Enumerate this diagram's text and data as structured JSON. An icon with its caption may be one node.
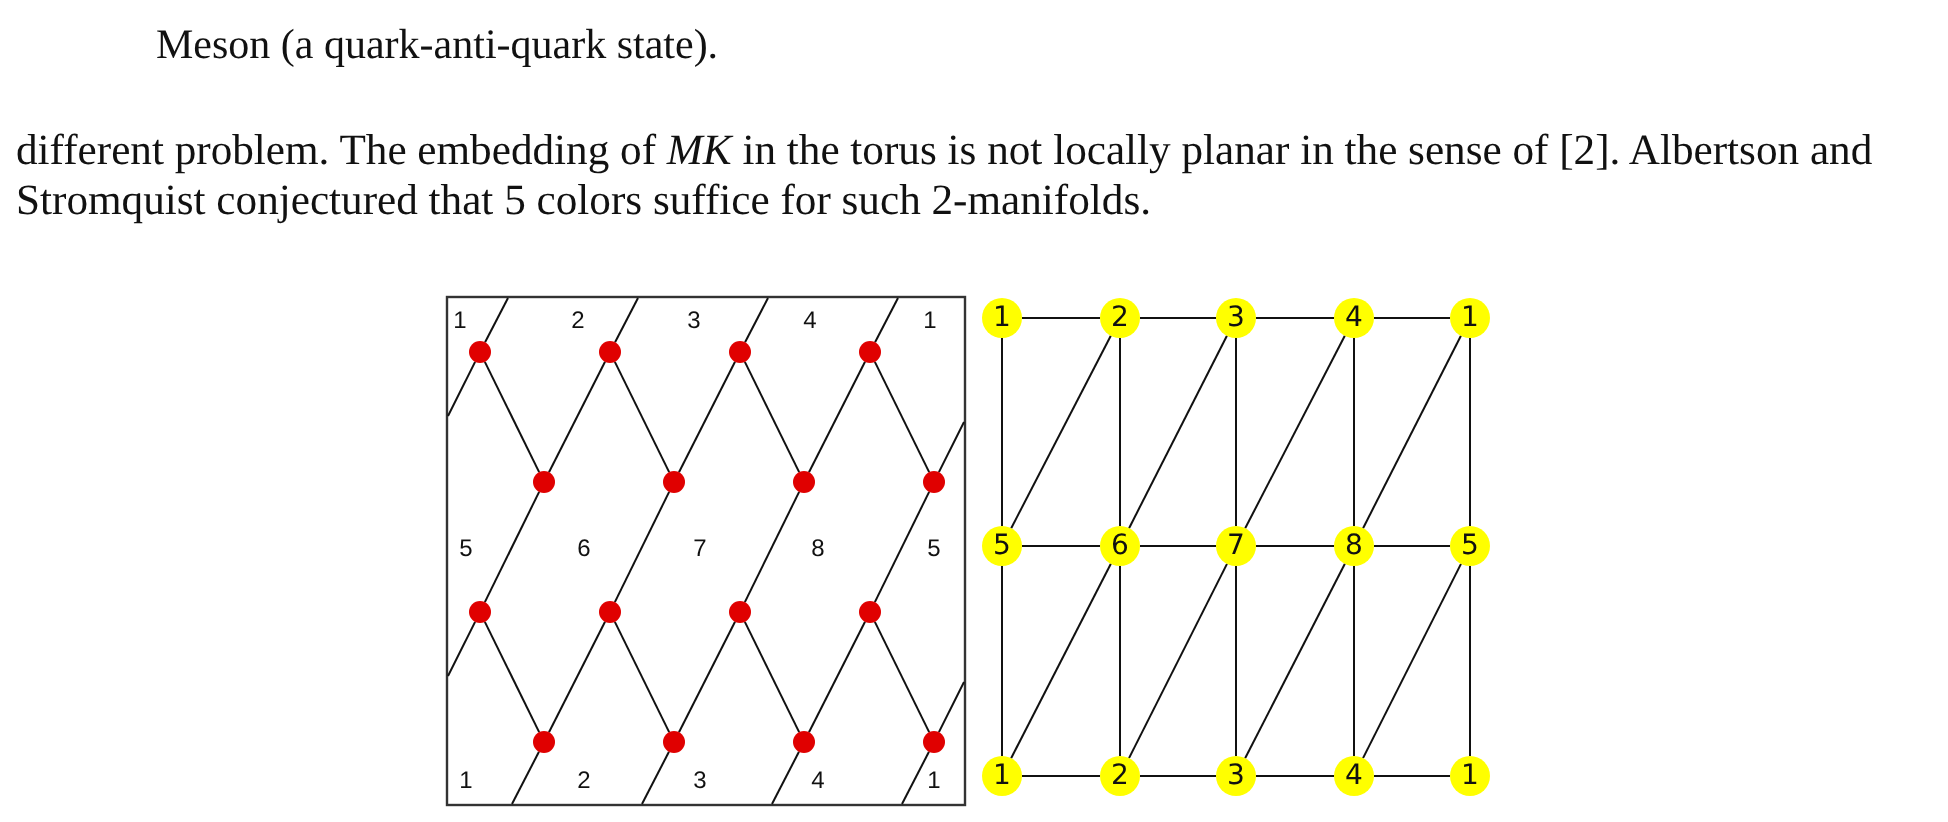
{
  "diagram": {
    "nodes": [
      {
        "text": [],
        "shape": "circle"
      },
      {
        "text": [],
        "shape": "circle"
      },
      {
        "text": [],
        "shape": "circle"
      },
      {
        "text": [],
        "shape": "circle"
      },
      {
        "text": [],
        "shape": "circle"
      },
      {
        "text": [],
        "shape": "circle"
      },
      {
        "text": [],
        "shape": "circle"
      },
      {
        "text": [],
        "shape": "circle"
      },
      {
        "text": [],
        "shape": "circle"
      },
      {
        "text": [],
        "shape": "circle"
      },
      {
        "text": [],
        "shape": "circle"
      },
      {
        "text": [],
        "shape": "circle"
      },
      {
        "text": [],
        "shape": "circle"
      },
      {
        "text": [],
        "shape": "circle"
      },
      {
        "text": [],
        "shape": "circle"
      },
      {
        "text": [],
        "shape": "circle"
      },
      {
        "text": [
          "1"
        ]
      },
      {
        "text": [
          "2"
        ]
      },
      {
        "text": [
          "3"
        ]
      },
      {
        "text": [
          "4"
        ]
      },
      {
        "text": [
          "1"
        ]
      },
      {
        "text": [
          "5"
        ]
      },
      {
        "text": [
          "6"
        ]
      },
      {
        "text": [
          "7"
        ]
      },
      {
        "text": [
          "8"
        ]
      },
      {
        "text": [
          "5"
        ]
      },
      {
        "text": [
          "1"
        ]
      },
      {
        "text": [
          "2"
        ]
      },
      {
        "text": [
          "3"
        ]
      },
      {
        "text": [
          "4"
        ]
      },
      {
        "text": [
          "1"
        ]
      }
    ],
    "edges": [
      {
        "from": 0,
        "to": 4,
        "arrow": "none"
      },
      {
        "from": 1,
        "to": 5,
        "arrow": "none"
      },
      {
        "from": 2,
        "to": 6,
        "arrow": "none"
      },
      {
        "from": 3,
        "to": 7,
        "arrow": "none"
      },
      {
        "from": 8,
        "to": 12,
        "arrow": "none"
      },
      {
        "from": 9,
        "to": 13,
        "arrow": "none"
      },
      {
        "from": 10,
        "to": 14,
        "arrow": "none"
      },
      {
        "from": 11,
        "to": 15,
        "arrow": "none"
      },
      {
        "from": 8,
        "to": 4,
        "arrow": "none"
      },
      {
        "from": 9,
        "to": 5,
        "arrow": "none"
      },
      {
        "from": 10,
        "to": 6,
        "arrow": "none"
      },
      {
        "from": 11,
        "to": 7,
        "arrow": "none"
      },
      {
        "from": 4,
        "to": 1,
        "arrow": "none"
      },
      {
        "from": 5,
        "to": 2,
        "arrow": "none"
      },
      {
        "from": 6,
        "to": 3,
        "arrow": "none"
      },
      {
        "from": 12,
        "to": 9,
        "arrow": "none"
      },
      {
        "from": 13,
        "to": 10,
        "arrow": "none"
      },
      {
        "from": 14,
        "to": 11,
        "arrow": "none"
      },
      {
        "from": 0,
        "to": null,
        "arrow": "none"
      },
      {
        "from": 1,
        "to": null,
        "arrow": "none"
      },
      {
        "from": 2,
        "to": null,
        "arrow": "none"
      },
      {
        "from": 3,
        "to": null,
        "arrow": "none"
      },
      {
        "from": 12,
        "to": null,
        "arrow": "none"
      },
      {
        "from": 13,
        "to": null,
        "arrow": "none"
      },
      {
        "from": 14,
        "to": null,
        "arrow": "none"
      },
      {
        "from": 15,
        "to": null,
        "arrow": "none"
      },
      {
        "from": 7,
        "to": null,
        "arrow": "none"
      },
      {
        "from": 0,
        "to": null,
        "arrow": "none"
      },
      {
        "from": 15,
        "to": null,
        "arrow": "none"
      },
      {
        "from": 8,
        "to": null,
        "arrow": "none"
      },
      {
        "from": 16,
        "to": 17,
        "arrow": "none"
      },
      {
        "from": 17,
        "to": 18,
        "arrow": "none"
      },
      {
        "from": 18,
        "to": 19,
        "arrow": "none"
      },
      {
        "from": 19,
        "to": 20,
        "arrow": "none"
      },
      {
        "from": 21,
        "to": 22,
        "arrow": "none"
      },
      {
        "from": 22,
        "to": 23,
        "arrow": "none"
      },
      {
        "from": 23,
        "to": 24,
        "arrow": "none"
      },
      {
        "from": 24,
        "to": 25,
        "arrow": "none"
      },
      {
        "from": 26,
        "to": 27,
        "arrow": "none"
      },
      {
        "from": 27,
        "to": 28,
        "arrow": "none"
      },
      {
        "from": 28,
        "to": 29,
        "arrow": "none"
      },
      {
        "from": 29,
        "to": 30,
        "arrow": "none"
      },
      {
        "from": 16,
        "to": 21,
        "arrow": "none"
      },
      {
        "from": 17,
        "to": 22,
        "arrow": "none"
      },
      {
        "from": 18,
        "to": 23,
        "arrow": "none"
      },
      {
        "from": 19,
        "to": 24,
        "arrow": "none"
      },
      {
        "from": 20,
        "to": 25,
        "arrow": "none"
      },
      {
        "from": 21,
        "to": 26,
        "arrow": "none"
      },
      {
        "from": 22,
        "to": 27,
        "arrow": "none"
      },
      {
        "from": 23,
        "to": 28,
        "arrow": "none"
      },
      {
        "from": 24,
        "to": 29,
        "arrow": "none"
      },
      {
        "from": 25,
        "to": 30,
        "arrow": "none"
      },
      {
        "from": 17,
        "to": 21,
        "arrow": "none"
      },
      {
        "from": 18,
        "to": 22,
        "arrow": "none"
      },
      {
        "from": 19,
        "to": 23,
        "arrow": "none"
      },
      {
        "from": 20,
        "to": 24,
        "arrow": "none"
      },
      {
        "from": 22,
        "to": 26,
        "arrow": "none"
      },
      {
        "from": 23,
        "to": 27,
        "arrow": "none"
      },
      {
        "from": 24,
        "to": 28,
        "arrow": "none"
      },
      {
        "from": 25,
        "to": 29,
        "arrow": "none"
      }
    ],
    "labels": [
      "Meson (a quark-anti-quark state).",
      "different problem. The embedding of *MK* in the torus is not locally planar in the sense of [2]. Albertson and Stromquist conjectured that 5 colors suffice for such 2-manifolds.",
      "1",
      "2",
      "3",
      "4",
      "1",
      "5",
      "6",
      "7",
      "8",
      "5",
      "1",
      "2",
      "3",
      "4",
      "1"
    ]
  }
}
